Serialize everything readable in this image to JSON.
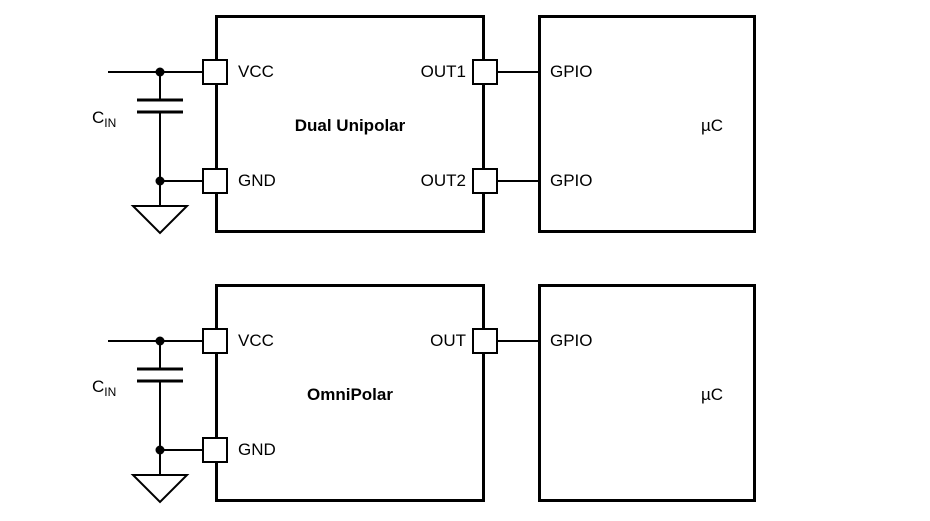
{
  "circuits": [
    {
      "title": "Dual Unipolar",
      "vcc": "VCC",
      "gnd": "GND",
      "outputs": [
        "OUT1",
        "OUT2"
      ],
      "gpio": [
        "GPIO",
        "GPIO"
      ],
      "mcu": "µC",
      "cap": "C",
      "cap_sub": "IN"
    },
    {
      "title": "OmniPolar",
      "vcc": "VCC",
      "gnd": "GND",
      "outputs": [
        "OUT"
      ],
      "gpio": [
        "GPIO"
      ],
      "mcu": "µC",
      "cap": "C",
      "cap_sub": "IN"
    }
  ],
  "colors": {
    "line": "#000000",
    "background": "#ffffff"
  }
}
